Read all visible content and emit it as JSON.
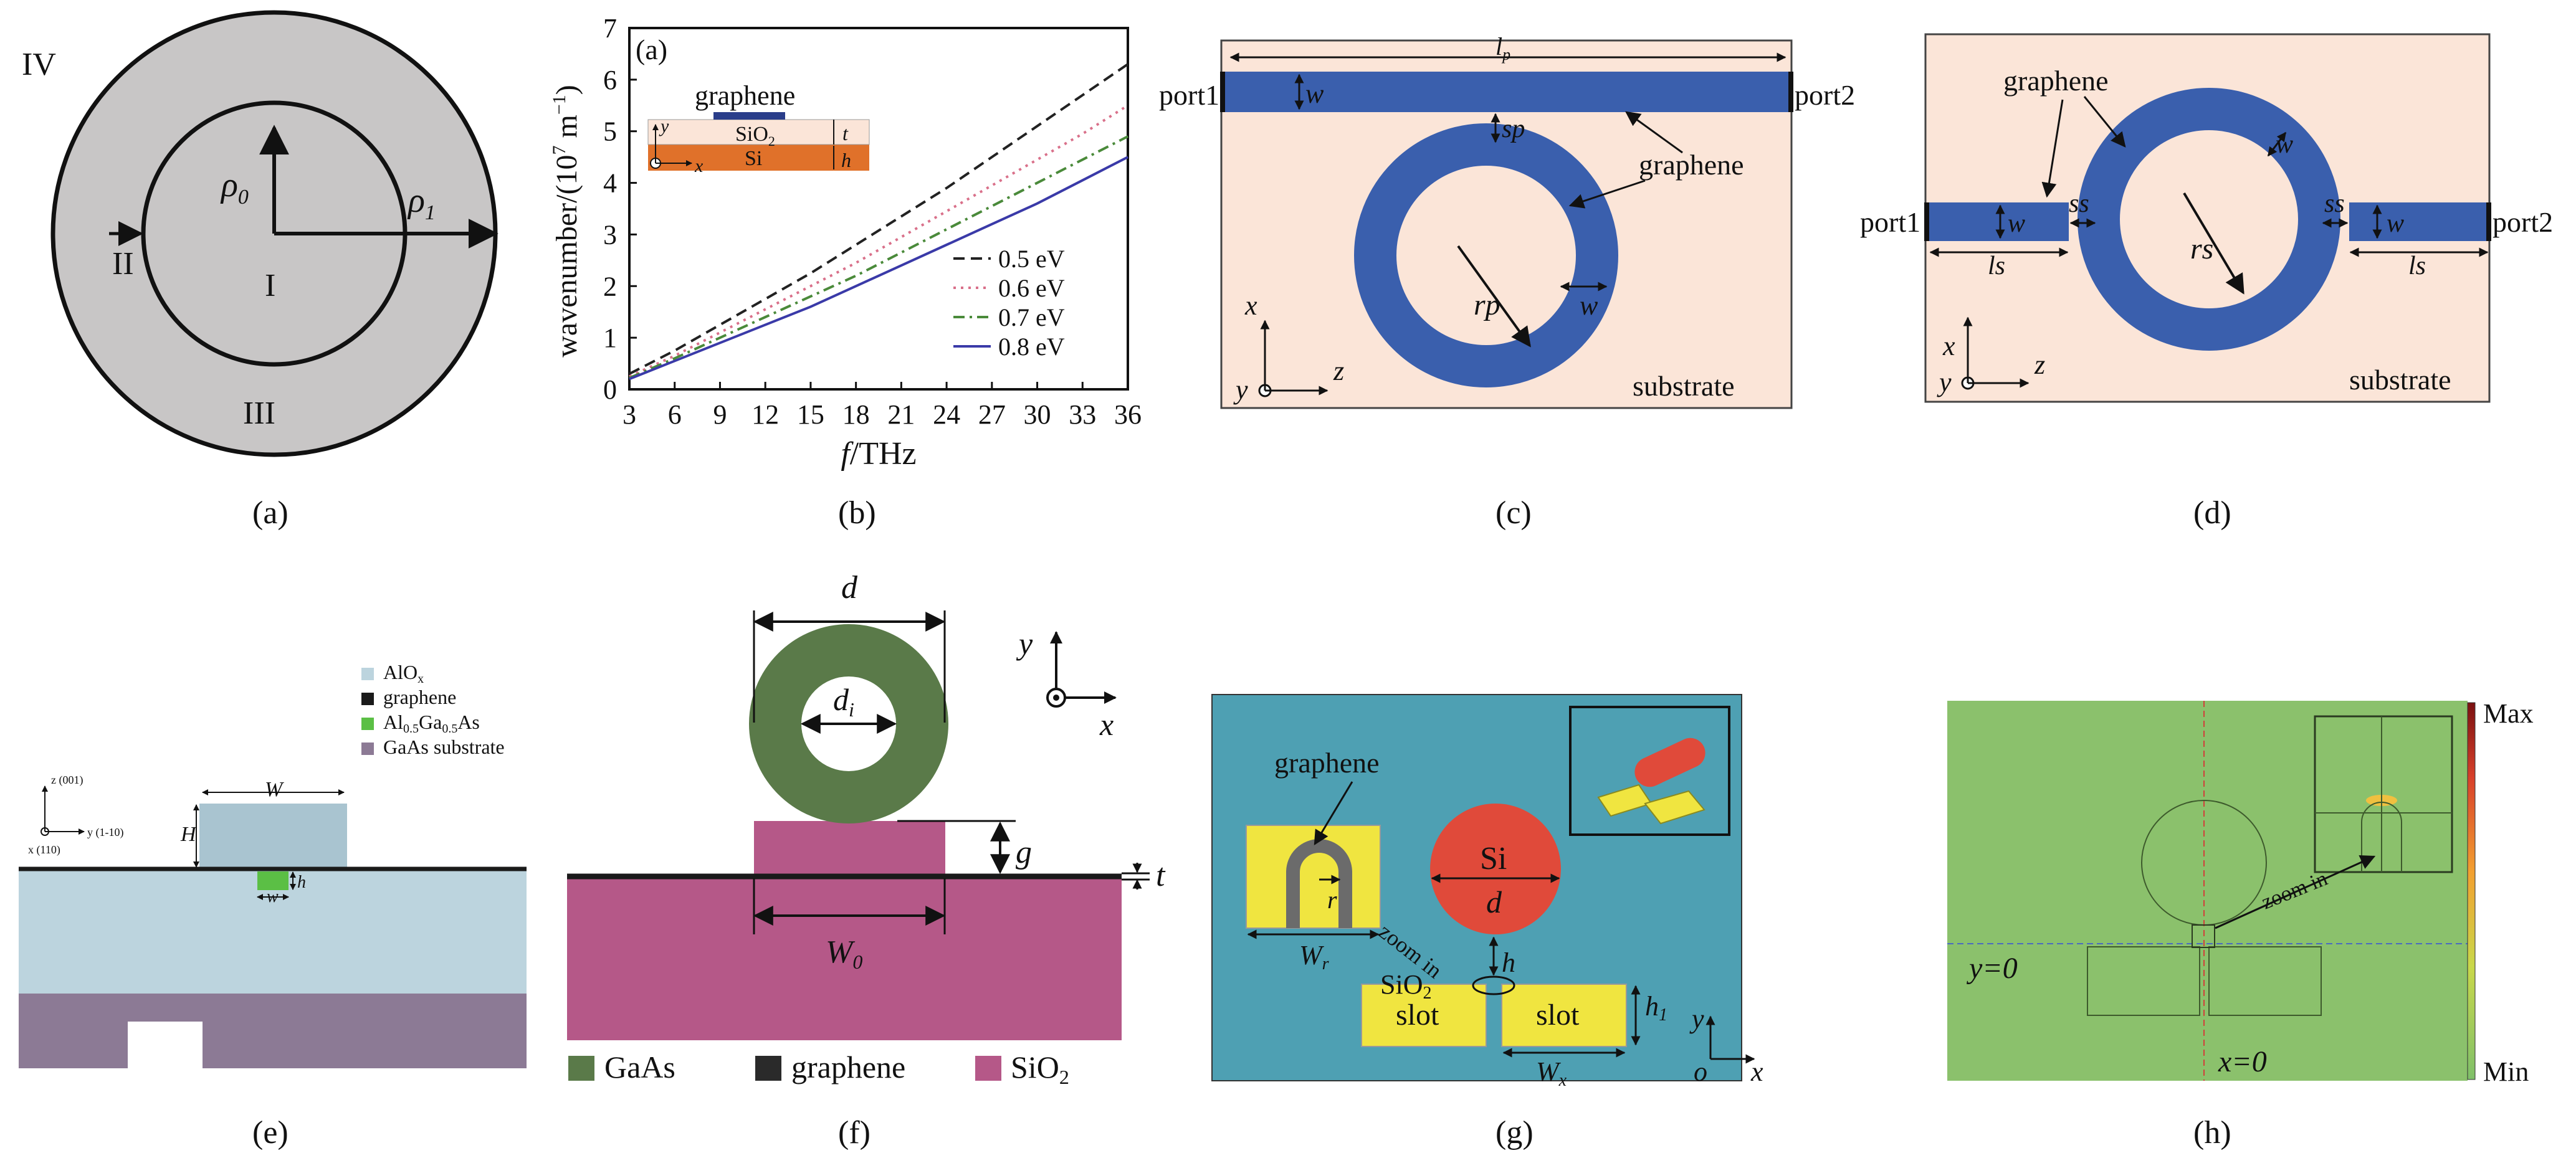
{
  "captions": [
    "(a)",
    "(b)",
    "(c)",
    "(d)",
    "(e)",
    "(f)",
    "(g)",
    "(h)"
  ],
  "colors": {
    "gray": "#c8c6c6",
    "pink": "#fbe5d8",
    "blue": "#3a5fad",
    "dark": "#1a1a1a",
    "orange": "#e0712a",
    "aloxLight": "#bcd4de",
    "aloxDark": "#a9c4d0",
    "gaas": "#8c7a95",
    "algaas": "#5bbf45",
    "gaasGreen": "#5a7a49",
    "sio2": "#b55888",
    "teal": "#4ea0b3",
    "yellow": "#f0e540",
    "red": "#e04a3a",
    "fieldGreen": "#8bc16c"
  },
  "panel_a": {
    "regions": [
      "IV",
      "III",
      "II",
      "I"
    ],
    "rho0": "ρ",
    "rho0_sub": "0",
    "rho1": "ρ",
    "rho1_sub": "1"
  },
  "panel_b": {
    "tag": "(a)",
    "inset": {
      "graphene": "graphene",
      "sio2": "SiO",
      "sio2_sub": "2",
      "si": "Si",
      "t": "t",
      "h": "h",
      "y": "y",
      "x": "x"
    },
    "ylabel": "wavenumber/(10",
    "ylabel_sup": "7",
    "ylabel_end": " m",
    "ylabel_sup2": "−1",
    "ylabel_close": ")",
    "xlabel_f": "f",
    "xlabel_rest": "/THz",
    "xticks": [
      "3",
      "6",
      "9",
      "12",
      "15",
      "18",
      "21",
      "24",
      "27",
      "30",
      "33",
      "36"
    ],
    "yticks": [
      "0",
      "1",
      "2",
      "3",
      "4",
      "5",
      "6",
      "7"
    ]
  },
  "chart_data": {
    "type": "line",
    "xlabel": "f/THz",
    "ylabel": "wavenumber/(10^7 m^-1)",
    "xlim": [
      3,
      36
    ],
    "ylim": [
      0,
      7
    ],
    "legend": "bottom-right",
    "x": [
      3,
      6,
      9,
      12,
      15,
      18,
      21,
      24,
      27,
      30,
      33,
      36
    ],
    "series": [
      {
        "name": "0.5 eV",
        "color": "#222222",
        "dash": "dashed",
        "values": [
          0.3,
          0.75,
          1.25,
          1.75,
          2.25,
          2.8,
          3.35,
          3.9,
          4.5,
          5.1,
          5.7,
          6.3
        ]
      },
      {
        "name": "0.6 eV",
        "color": "#d9708a",
        "dash": "dotted",
        "values": [
          0.25,
          0.65,
          1.1,
          1.55,
          2.0,
          2.45,
          2.95,
          3.45,
          3.95,
          4.45,
          4.95,
          5.5
        ]
      },
      {
        "name": "0.7 eV",
        "color": "#4a8a3a",
        "dash": "dashdot",
        "values": [
          0.22,
          0.6,
          1.0,
          1.4,
          1.8,
          2.2,
          2.65,
          3.1,
          3.55,
          4.0,
          4.45,
          4.9
        ]
      },
      {
        "name": "0.8 eV",
        "color": "#3a3aa8",
        "dash": "solid",
        "values": [
          0.2,
          0.55,
          0.9,
          1.25,
          1.6,
          2.0,
          2.4,
          2.8,
          3.2,
          3.6,
          4.05,
          4.5
        ]
      }
    ]
  },
  "panel_c": {
    "lp": "l",
    "lp_sub": "p",
    "port1": "port1",
    "port2": "port2",
    "w": "w",
    "sp": "sp",
    "graphene": "graphene",
    "rp": "rp",
    "w2": "w",
    "x": "x",
    "y": "y",
    "z": "z",
    "substrate": "substrate"
  },
  "panel_d": {
    "graphene": "graphene",
    "port1": "port1",
    "port2": "port2",
    "w1": "w",
    "w2": "w",
    "w3": "w",
    "ss1": "ss",
    "ss2": "ss",
    "ls1": "ls",
    "ls2": "ls",
    "rs": "rs",
    "x": "x",
    "y": "y",
    "z": "z",
    "substrate": "substrate"
  },
  "panel_e": {
    "legend": [
      {
        "label": "AlO",
        "sub": "x"
      },
      {
        "label": "graphene",
        "sub": ""
      },
      {
        "label": "Al",
        "sub": "0.5",
        "label2": "Ga",
        "sub2": "0.5",
        "label3": "As"
      },
      {
        "label": "GaAs substrate",
        "sub": ""
      }
    ],
    "z": "z (001)",
    "y": "y (1-10)",
    "x": "x (110)",
    "W": "W",
    "H": "H",
    "h": "h",
    "w": "w"
  },
  "panel_f": {
    "d": "d",
    "di": "d",
    "di_sub": "i",
    "g": "g",
    "t": "t",
    "W0": "W",
    "W0_sub": "0",
    "y": "y",
    "x": "x",
    "legend": [
      "GaAs",
      "graphene",
      "SiO"
    ],
    "sio2_sub": "2"
  },
  "panel_g": {
    "graphene": "graphene",
    "r": "r",
    "Wr": "W",
    "Wr_sub": "r",
    "Si": "Si",
    "d": "d",
    "zoom": "zoom in",
    "SiO2": "SiO",
    "SiO2_sub": "2",
    "h": "h",
    "h1": "h",
    "h1_sub": "1",
    "slot1": "slot",
    "slot2": "slot",
    "Wx": "W",
    "Wx_sub": "x",
    "y": "y",
    "o": "o",
    "x": "x"
  },
  "panel_h": {
    "max": "Max",
    "min": "Min",
    "zoom": "zoom in",
    "y0": "y=0",
    "x0": "x=0"
  }
}
